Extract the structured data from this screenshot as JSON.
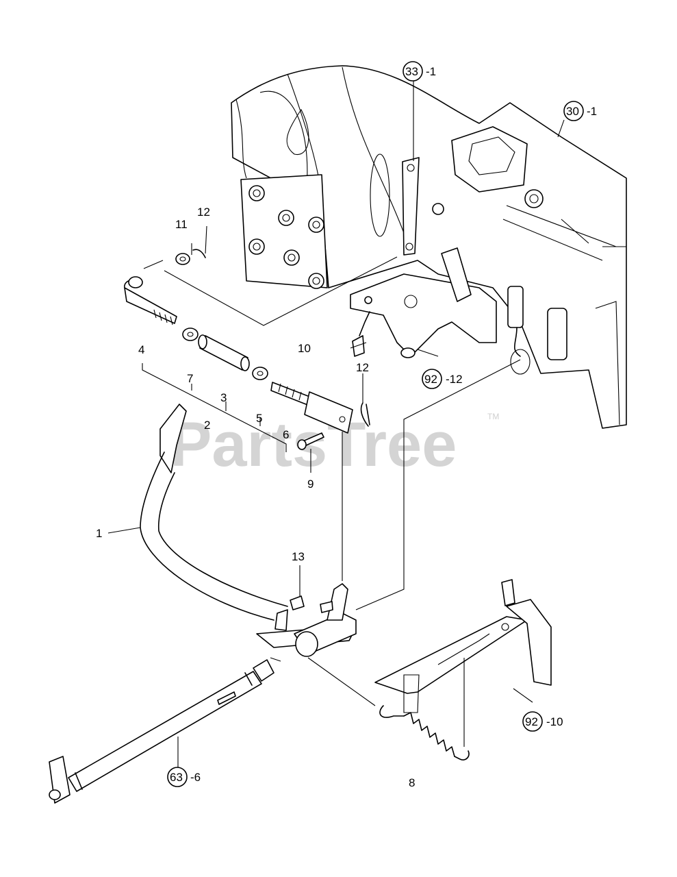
{
  "watermark": {
    "brand": "PartsTree",
    "trademark": "TM"
  },
  "callouts": {
    "p1": "1",
    "p2": "2",
    "p3": "3",
    "p4": "4",
    "p5": "5",
    "p6": "6",
    "p7": "7",
    "p8": "8",
    "p9": "9",
    "p10": "10",
    "p11": "11",
    "p12a": "12",
    "p12b": "12",
    "p13": "13"
  },
  "refs": {
    "r33": {
      "num": "33",
      "suffix": "-1"
    },
    "r30": {
      "num": "30",
      "suffix": "-1"
    },
    "r92a": {
      "num": "92",
      "suffix": "-12"
    },
    "r92b": {
      "num": "92",
      "suffix": "-10"
    },
    "r63": {
      "num": "63",
      "suffix": "-6"
    }
  }
}
